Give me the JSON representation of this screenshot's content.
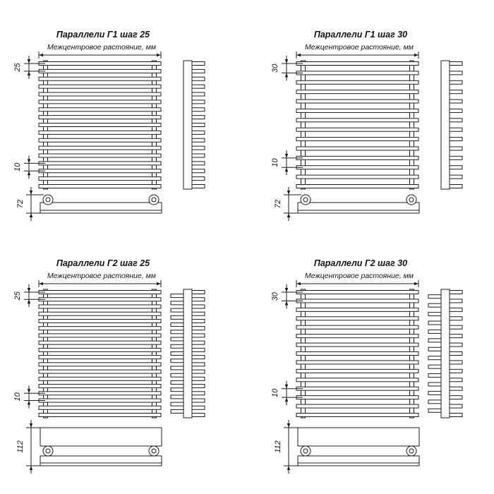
{
  "sheet": {
    "background": "#ffffff",
    "line_color": "#1c1c1c"
  },
  "diagrams": [
    {
      "id": "parallels-g1-step-25",
      "title": "Параллели Г1 шаг 25",
      "subtitle": "Межцентровое растояние, мм",
      "step_label": "25",
      "inner_gap_label": "10",
      "collector_height_label": "72",
      "bars": 17,
      "fins": "right",
      "collector": "single"
    },
    {
      "id": "parallels-g1-step-30",
      "title": "Параллели Г1 шаг 30",
      "subtitle": "Межцентровое растояние, мм",
      "step_label": "30",
      "inner_gap_label": "10",
      "collector_height_label": "72",
      "bars": 14,
      "fins": "right",
      "collector": "single"
    },
    {
      "id": "parallels-g2-step-25",
      "title": "Параллели Г2 шаг 25",
      "subtitle": "Межцентровое растояние, мм",
      "step_label": "25",
      "inner_gap_label": "10",
      "collector_height_label": "112",
      "bars": 18,
      "fins": "both",
      "collector": "double"
    },
    {
      "id": "parallels-g2-step-30",
      "title": "Параллели Г2 шаг 30",
      "subtitle": "Межцентровое растояние, мм",
      "step_label": "30",
      "inner_gap_label": "10",
      "collector_height_label": "112",
      "bars": 15,
      "fins": "both",
      "collector": "double"
    }
  ]
}
